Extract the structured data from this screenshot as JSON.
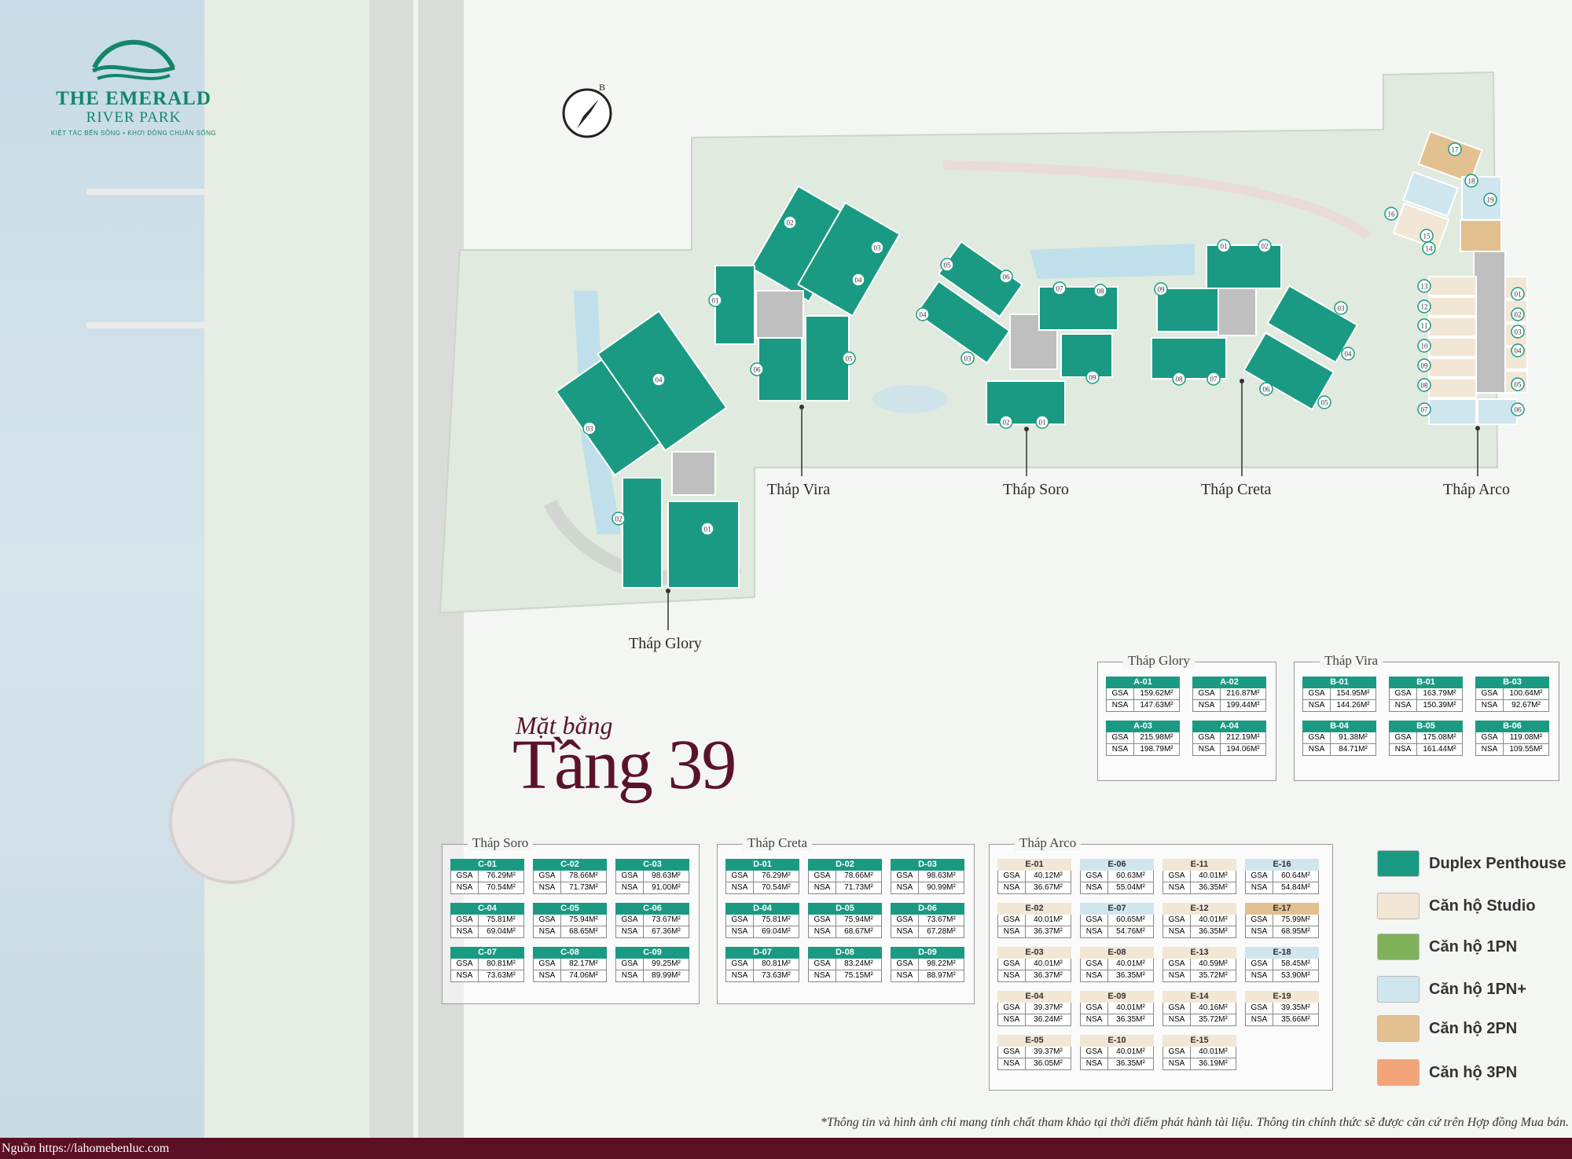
{
  "brand": {
    "title": "THE EMERALD",
    "subtitle": "RIVER PARK",
    "tagline": "KIỆT TÁC BẾN SÔNG • KHƠI DÒNG CHUẨN SỐNG"
  },
  "compass_label": "B",
  "plan_title": {
    "small": "Mặt bằng",
    "big": "Tầng 39"
  },
  "towers": [
    {
      "label": "Tháp Glory"
    },
    {
      "label": "Tháp Vira"
    },
    {
      "label": "Tháp Soro"
    },
    {
      "label": "Tháp Creta"
    },
    {
      "label": "Tháp Arco"
    }
  ],
  "map_unit_numbers": {
    "glory": [
      "01",
      "02",
      "03",
      "04"
    ],
    "vira": [
      "01",
      "02",
      "03",
      "04",
      "05",
      "06"
    ],
    "soro": [
      "01",
      "02",
      "03",
      "04",
      "05",
      "06",
      "07",
      "08",
      "09"
    ],
    "creta": [
      "01",
      "02",
      "03",
      "04",
      "05",
      "06",
      "07",
      "08",
      "09"
    ],
    "arco": [
      "01",
      "02",
      "03",
      "04",
      "05",
      "06",
      "07",
      "08",
      "09",
      "10",
      "11",
      "12",
      "13",
      "14",
      "15",
      "16",
      "17",
      "18",
      "19"
    ]
  },
  "colors": {
    "duplex_penthouse": "#1a9a82",
    "studio": "#f2e6d5",
    "one_bed": "#7fb05a",
    "one_bed_plus": "#cfe6ef",
    "two_bed": "#e3c08f",
    "three_bed": "#f4a479",
    "maroon": "#5a0f23"
  },
  "legend": [
    {
      "label": "Duplex Penthouse",
      "color": "#1a9a82"
    },
    {
      "label": "Căn hộ Studio",
      "color": "#f2e6d5"
    },
    {
      "label": "Căn hộ 1PN",
      "color": "#7fb05a"
    },
    {
      "label": "Căn hộ 1PN+",
      "color": "#cfe6ef"
    },
    {
      "label": "Căn hộ 2PN",
      "color": "#e3c08f"
    },
    {
      "label": "Căn hộ 3PN",
      "color": "#f4a479"
    }
  ],
  "area_keys": {
    "gsa": "GSA",
    "nsa": "NSA"
  },
  "tables": [
    {
      "title": "Tháp Glory",
      "units": [
        {
          "code": "A-01",
          "gsa": "159.62M²",
          "nsa": "147.63M²",
          "type": "duplex_penthouse"
        },
        {
          "code": "A-02",
          "gsa": "216.87M²",
          "nsa": "199.44M²",
          "type": "duplex_penthouse"
        },
        {
          "code": "A-03",
          "gsa": "215.98M²",
          "nsa": "198.79M²",
          "type": "duplex_penthouse"
        },
        {
          "code": "A-04",
          "gsa": "212.19M²",
          "nsa": "194.06M²",
          "type": "duplex_penthouse"
        }
      ]
    },
    {
      "title": "Tháp Vira",
      "units": [
        {
          "code": "B-01",
          "gsa": "154.95M²",
          "nsa": "144.26M²",
          "type": "duplex_penthouse"
        },
        {
          "code": "B-01",
          "gsa": "163.79M²",
          "nsa": "150.39M²",
          "type": "duplex_penthouse"
        },
        {
          "code": "B-03",
          "gsa": "100.64M²",
          "nsa": "92.67M²",
          "type": "duplex_penthouse"
        },
        {
          "code": "B-04",
          "gsa": "91.38M²",
          "nsa": "84.71M²",
          "type": "duplex_penthouse"
        },
        {
          "code": "B-05",
          "gsa": "175.08M²",
          "nsa": "161.44M²",
          "type": "duplex_penthouse"
        },
        {
          "code": "B-06",
          "gsa": "119.08M²",
          "nsa": "109.55M²",
          "type": "duplex_penthouse"
        }
      ]
    },
    {
      "title": "Tháp Soro",
      "units": [
        {
          "code": "C-01",
          "gsa": "76.29M²",
          "nsa": "70.54M²",
          "type": "duplex_penthouse"
        },
        {
          "code": "C-02",
          "gsa": "78.66M²",
          "nsa": "71.73M²",
          "type": "duplex_penthouse"
        },
        {
          "code": "C-03",
          "gsa": "98.63M²",
          "nsa": "91.00M²",
          "type": "duplex_penthouse"
        },
        {
          "code": "C-04",
          "gsa": "75.81M²",
          "nsa": "69.04M²",
          "type": "duplex_penthouse"
        },
        {
          "code": "C-05",
          "gsa": "75.94M²",
          "nsa": "68.65M²",
          "type": "duplex_penthouse"
        },
        {
          "code": "C-06",
          "gsa": "73.67M²",
          "nsa": "67.36M²",
          "type": "duplex_penthouse"
        },
        {
          "code": "C-07",
          "gsa": "80.81M²",
          "nsa": "73.63M²",
          "type": "duplex_penthouse"
        },
        {
          "code": "C-08",
          "gsa": "82.17M²",
          "nsa": "74.06M²",
          "type": "duplex_penthouse"
        },
        {
          "code": "C-09",
          "gsa": "99.25M²",
          "nsa": "89.99M²",
          "type": "duplex_penthouse"
        }
      ]
    },
    {
      "title": "Tháp Creta",
      "units": [
        {
          "code": "D-01",
          "gsa": "76.29M²",
          "nsa": "70.54M²",
          "type": "duplex_penthouse"
        },
        {
          "code": "D-02",
          "gsa": "78.66M²",
          "nsa": "71.73M²",
          "type": "duplex_penthouse"
        },
        {
          "code": "D-03",
          "gsa": "98.63M²",
          "nsa": "90.99M²",
          "type": "duplex_penthouse"
        },
        {
          "code": "D-04",
          "gsa": "75.81M²",
          "nsa": "69.04M²",
          "type": "duplex_penthouse"
        },
        {
          "code": "D-05",
          "gsa": "75.94M²",
          "nsa": "68.67M²",
          "type": "duplex_penthouse"
        },
        {
          "code": "D-06",
          "gsa": "73.67M²",
          "nsa": "67.28M²",
          "type": "duplex_penthouse"
        },
        {
          "code": "D-07",
          "gsa": "80.81M²",
          "nsa": "73.63M²",
          "type": "duplex_penthouse"
        },
        {
          "code": "D-08",
          "gsa": "83.24M²",
          "nsa": "75.15M²",
          "type": "duplex_penthouse"
        },
        {
          "code": "D-09",
          "gsa": "98.22M²",
          "nsa": "88.97M²",
          "type": "duplex_penthouse"
        }
      ]
    },
    {
      "title": "Tháp Arco",
      "units": [
        {
          "code": "E-01",
          "gsa": "40.12M²",
          "nsa": "36.67M²",
          "type": "studio"
        },
        {
          "code": "E-06",
          "gsa": "60.63M²",
          "nsa": "55.04M²",
          "type": "one_bed_plus"
        },
        {
          "code": "E-11",
          "gsa": "40.01M²",
          "nsa": "36.35M²",
          "type": "studio"
        },
        {
          "code": "E-16",
          "gsa": "60.64M²",
          "nsa": "54.84M²",
          "type": "one_bed_plus"
        },
        {
          "code": "E-02",
          "gsa": "40.01M²",
          "nsa": "36.37M²",
          "type": "studio"
        },
        {
          "code": "E-07",
          "gsa": "60.65M²",
          "nsa": "54.76M²",
          "type": "one_bed_plus"
        },
        {
          "code": "E-12",
          "gsa": "40.01M²",
          "nsa": "36.35M²",
          "type": "studio"
        },
        {
          "code": "E-17",
          "gsa": "75.99M²",
          "nsa": "68.95M²",
          "type": "two_bed"
        },
        {
          "code": "E-03",
          "gsa": "40.01M²",
          "nsa": "36.37M²",
          "type": "studio"
        },
        {
          "code": "E-08",
          "gsa": "40.01M²",
          "nsa": "36.35M²",
          "type": "studio"
        },
        {
          "code": "E-13",
          "gsa": "40.59M²",
          "nsa": "35.72M²",
          "type": "studio"
        },
        {
          "code": "E-18",
          "gsa": "58.45M²",
          "nsa": "53.90M²",
          "type": "one_bed_plus"
        },
        {
          "code": "E-04",
          "gsa": "39.37M²",
          "nsa": "36.24M²",
          "type": "studio"
        },
        {
          "code": "E-09",
          "gsa": "40.01M²",
          "nsa": "36.35M²",
          "type": "studio"
        },
        {
          "code": "E-14",
          "gsa": "40.16M²",
          "nsa": "35.72M²",
          "type": "studio"
        },
        {
          "code": "E-19",
          "gsa": "39.35M²",
          "nsa": "35.66M²",
          "type": "studio"
        },
        {
          "code": "E-05",
          "gsa": "39.37M²",
          "nsa": "36.05M²",
          "type": "studio"
        },
        {
          "code": "E-10",
          "gsa": "40.01M²",
          "nsa": "36.35M²",
          "type": "studio"
        },
        {
          "code": "E-15",
          "gsa": "40.01M²",
          "nsa": "36.19M²",
          "type": "studio"
        }
      ]
    }
  ],
  "disclaimer": "*Thông tin và hình ảnh chỉ mang tính chất tham khảo tại thời điểm phát hành tài liệu. Thông tin chính thức sẽ được căn cứ trên Hợp đồng Mua bán.",
  "source": "Nguồn https://lahomebenluc.com"
}
